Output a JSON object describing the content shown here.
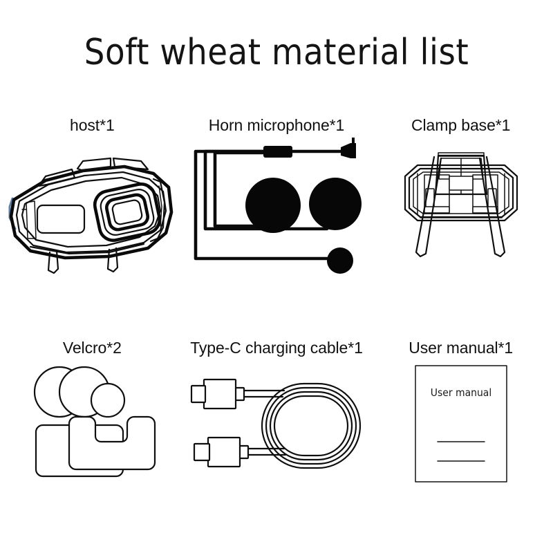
{
  "page": {
    "title": "Soft wheat material list",
    "background_color": "#ffffff",
    "ink_color": "#0f0f0f",
    "accent_color": "#5d7fa6"
  },
  "items": [
    {
      "id": "host",
      "label": "host*1",
      "icon": "action-camera-host-illustration",
      "row": 1,
      "column": 1
    },
    {
      "id": "horn-microphone",
      "label": "Horn microphone*1",
      "icon": "horn-microphone-speakers-illustration",
      "row": 1,
      "column": 2
    },
    {
      "id": "clamp-base",
      "label": "Clamp base*1",
      "icon": "clamp-base-illustration",
      "row": 1,
      "column": 3
    },
    {
      "id": "velcro",
      "label": "Velcro*2",
      "icon": "velcro-straps-illustration",
      "row": 2,
      "column": 1
    },
    {
      "id": "type-c-cable",
      "label": "Type-C charging cable*1",
      "icon": "usb-type-c-cable-illustration",
      "row": 2,
      "column": 2
    },
    {
      "id": "user-manual",
      "label": "User manual*1",
      "icon": "user-manual-booklet-illustration",
      "row": 2,
      "column": 3,
      "cover_text": "User manual"
    }
  ]
}
